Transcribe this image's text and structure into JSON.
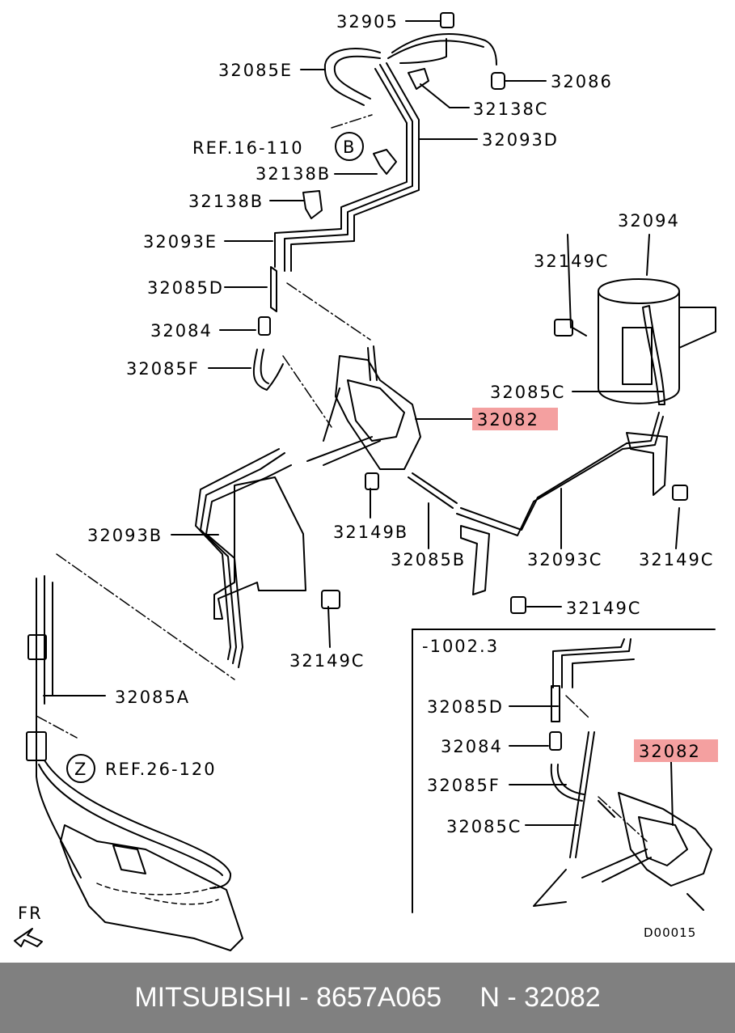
{
  "diagram": {
    "labels": {
      "p32905": "32905",
      "p32085E": "32085E",
      "p32086": "32086",
      "p32138C": "32138C",
      "ref_b": "REF.16-110",
      "circle_b": "B",
      "p32093D": "32093D",
      "p32138B_1": "32138B",
      "p32138B_2": "32138B",
      "p32094": "32094",
      "p32093E": "32093E",
      "p32149C_top": "32149C",
      "p32085D": "32085D",
      "p32084": "32084",
      "p32085F": "32085F",
      "p32085C": "32085C",
      "p32082_main": "32082",
      "p32093B": "32093B",
      "p32149B": "32149B",
      "p32085B": "32085B",
      "p32093C": "32093C",
      "p32149C_right": "32149C",
      "p32149C_mid": "32149C",
      "p32149C_left": "32149C",
      "p32085A": "32085A",
      "circle_z": "Z",
      "ref_z": "REF.26-120",
      "fr": "FR",
      "inset_range": "-1002.3",
      "inset_32085D": "32085D",
      "inset_32084": "32084",
      "inset_32085F": "32085F",
      "inset_32085C": "32085C",
      "inset_32082": "32082",
      "code": "D00015"
    },
    "highlight_color": "#f4a0a0"
  },
  "footer": {
    "text": "MITSUBISHI - 8657A065     N - 32082",
    "background": "#808080"
  }
}
